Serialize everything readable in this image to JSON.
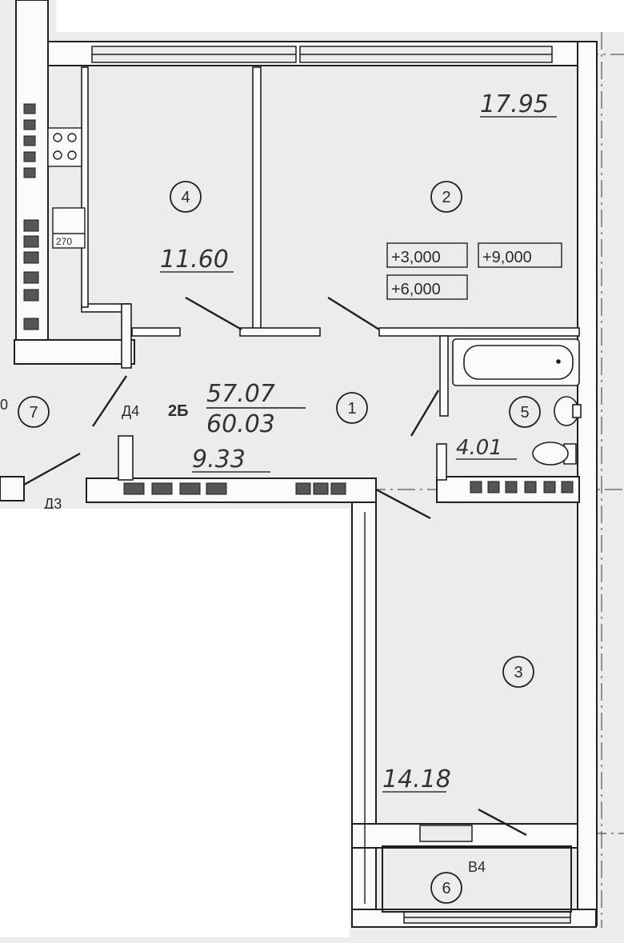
{
  "rooms": [
    {
      "number": "1",
      "area": ""
    },
    {
      "number": "2",
      "area": "17.95"
    },
    {
      "number": "3",
      "area": "14.18"
    },
    {
      "number": "4",
      "area": "11.60"
    },
    {
      "number": "5",
      "area": "4.01"
    },
    {
      "number": "6",
      "area": ""
    },
    {
      "number": "7",
      "area": ""
    }
  ],
  "apartment": {
    "type": "2Б",
    "living_area": "57.07",
    "total_area": "60.03",
    "hall_area": "9.33"
  },
  "elevations": [
    "+3,000",
    "+9,000",
    "+6,000"
  ],
  "door_marks": [
    "Д4",
    "Д3"
  ],
  "window_mark": "В4",
  "fragments": [
    "0"
  ],
  "appliance_label": "270"
}
